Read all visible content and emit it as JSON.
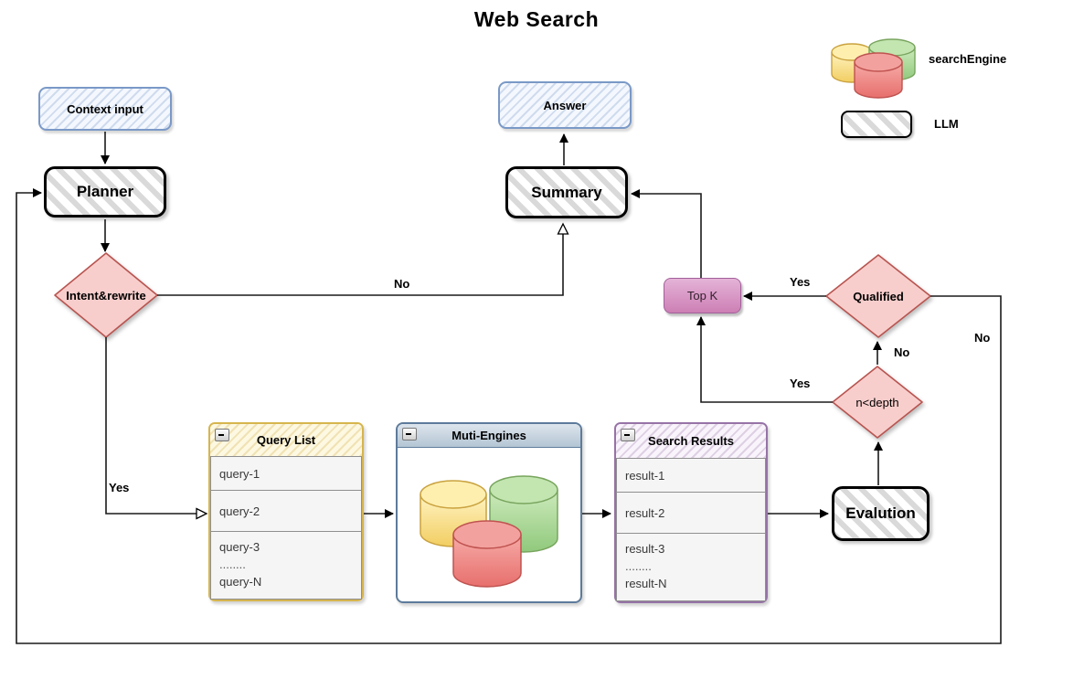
{
  "title": "Web Search",
  "legend": {
    "search_engine": "searchEngine",
    "llm": "LLM"
  },
  "nodes": {
    "context_input": "Context input",
    "planner": "Planner",
    "intent_rewrite": "Intent&rewrite",
    "answer": "Answer",
    "summary": "Summary",
    "top_k": "Top K",
    "qualified": "Qualified",
    "n_depth": "n<depth",
    "evalution": "Evalution"
  },
  "query_list": {
    "title": "Query List",
    "row1": "query-1",
    "row2": "query-2",
    "row3_line1": "query-3",
    "row3_line2": "........",
    "row3_line3": "query-N"
  },
  "engines": {
    "title": "Muti-Engines"
  },
  "search_results": {
    "title": "Search Results",
    "row1": "result-1",
    "row2": "result-2",
    "row3_line1": "result-3",
    "row3_line2": "........",
    "row3_line3": "result-N"
  },
  "edge_labels": {
    "intent_to_summary": "No",
    "intent_to_queries": "Yes",
    "qualified_to_topk": "Yes",
    "ndepth_to_qualified": "No",
    "ndepth_to_topk": "Yes",
    "qualified_to_loop": "No"
  },
  "colors": {
    "diamond_fill": "#f8cecc",
    "diamond_stroke": "#b85450",
    "blue_fill": "#dae8fc",
    "blue_stroke": "#6b8ebf",
    "topk_fill": "#d984bb",
    "topk_stroke": "#a2609a",
    "engine_yellow": "#ffe599",
    "engine_green": "#b5e0a0",
    "engine_red": "#ef8a87",
    "header_blue": "#b4c5d4",
    "list_row_fill": "#f5f5f5"
  }
}
